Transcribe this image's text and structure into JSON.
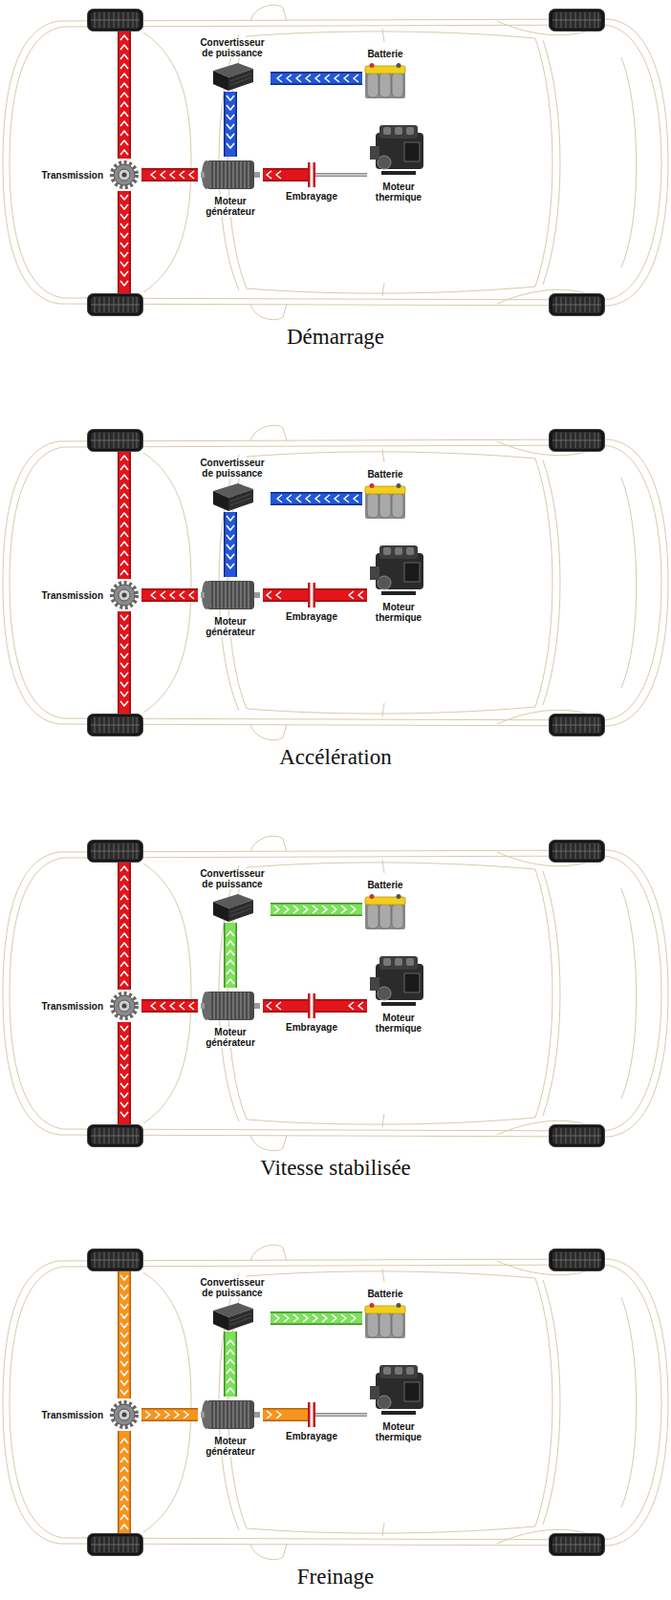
{
  "diagram": {
    "nodes": [
      {
        "text": [
          "Démarrage"
        ]
      },
      {
        "text": [
          "Convertisseur de puissance"
        ],
        "in": 0
      },
      {
        "text": [
          "Batterie"
        ],
        "in": 0
      },
      {
        "text": [
          "Transmission"
        ],
        "in": 0
      },
      {
        "text": [
          "Moteur générateur"
        ],
        "in": 0
      },
      {
        "text": [
          "Embrayage"
        ],
        "in": 0
      },
      {
        "text": [
          "Moteur thermique"
        ],
        "in": 0
      },
      {
        "text": [
          "Accélération"
        ]
      },
      {
        "text": [
          "Convertisseur de puissance"
        ],
        "in": 7
      },
      {
        "text": [
          "Batterie"
        ],
        "in": 7
      },
      {
        "text": [
          "Transmission"
        ],
        "in": 7
      },
      {
        "text": [
          "Moteur générateur"
        ],
        "in": 7
      },
      {
        "text": [
          "Embrayage"
        ],
        "in": 7
      },
      {
        "text": [
          "Moteur thermique"
        ],
        "in": 7
      },
      {
        "text": [
          "Vitesse stabilisée"
        ]
      },
      {
        "text": [
          "Convertisseur de puissance"
        ],
        "in": 14
      },
      {
        "text": [
          "Batterie"
        ],
        "in": 14
      },
      {
        "text": [
          "Transmission"
        ],
        "in": 14
      },
      {
        "text": [
          "Moteur générateur"
        ],
        "in": 14
      },
      {
        "text": [
          "Embrayage"
        ],
        "in": 14
      },
      {
        "text": [
          "Moteur thermique"
        ],
        "in": 14
      },
      {
        "text": [
          "Freinage"
        ]
      },
      {
        "text": [
          "Convertisseur de puissance"
        ],
        "in": 21
      },
      {
        "text": [
          "Batterie"
        ],
        "in": 21
      },
      {
        "text": [
          "Transmission"
        ],
        "in": 21
      },
      {
        "text": [
          "Moteur générateur"
        ],
        "in": 21
      },
      {
        "text": [
          "Embrayage"
        ],
        "in": 21
      },
      {
        "text": [
          "Moteur thermique"
        ],
        "in": 21
      }
    ],
    "edges": [
      {
        "from": 2,
        "to": 1,
        "arrow": "to"
      },
      {
        "from": 1,
        "to": 4,
        "arrow": "to"
      },
      {
        "from": 5,
        "to": 4,
        "arrow": "to"
      },
      {
        "from": 4,
        "to": 3,
        "arrow": "to"
      },
      {
        "from": 5,
        "to": 6,
        "arrow": "none"
      },
      {
        "from": 9,
        "to": 8,
        "arrow": "to"
      },
      {
        "from": 8,
        "to": 11,
        "arrow": "to"
      },
      {
        "from": 13,
        "to": 12,
        "arrow": "to"
      },
      {
        "from": 12,
        "to": 11,
        "arrow": "to"
      },
      {
        "from": 11,
        "to": 10,
        "arrow": "to"
      },
      {
        "from": 15,
        "to": 16,
        "arrow": "to"
      },
      {
        "from": 18,
        "to": 15,
        "arrow": "to"
      },
      {
        "from": 20,
        "to": 19,
        "arrow": "to"
      },
      {
        "from": 19,
        "to": 18,
        "arrow": "to"
      },
      {
        "from": 18,
        "to": 17,
        "arrow": "to"
      },
      {
        "from": 24,
        "to": 25,
        "arrow": "to"
      },
      {
        "from": 25,
        "to": 26,
        "arrow": "to"
      },
      {
        "from": 26,
        "to": 27,
        "arrow": "none"
      },
      {
        "from": 25,
        "to": 22,
        "arrow": "to"
      },
      {
        "from": 22,
        "to": 23,
        "arrow": "to"
      }
    ]
  }
}
